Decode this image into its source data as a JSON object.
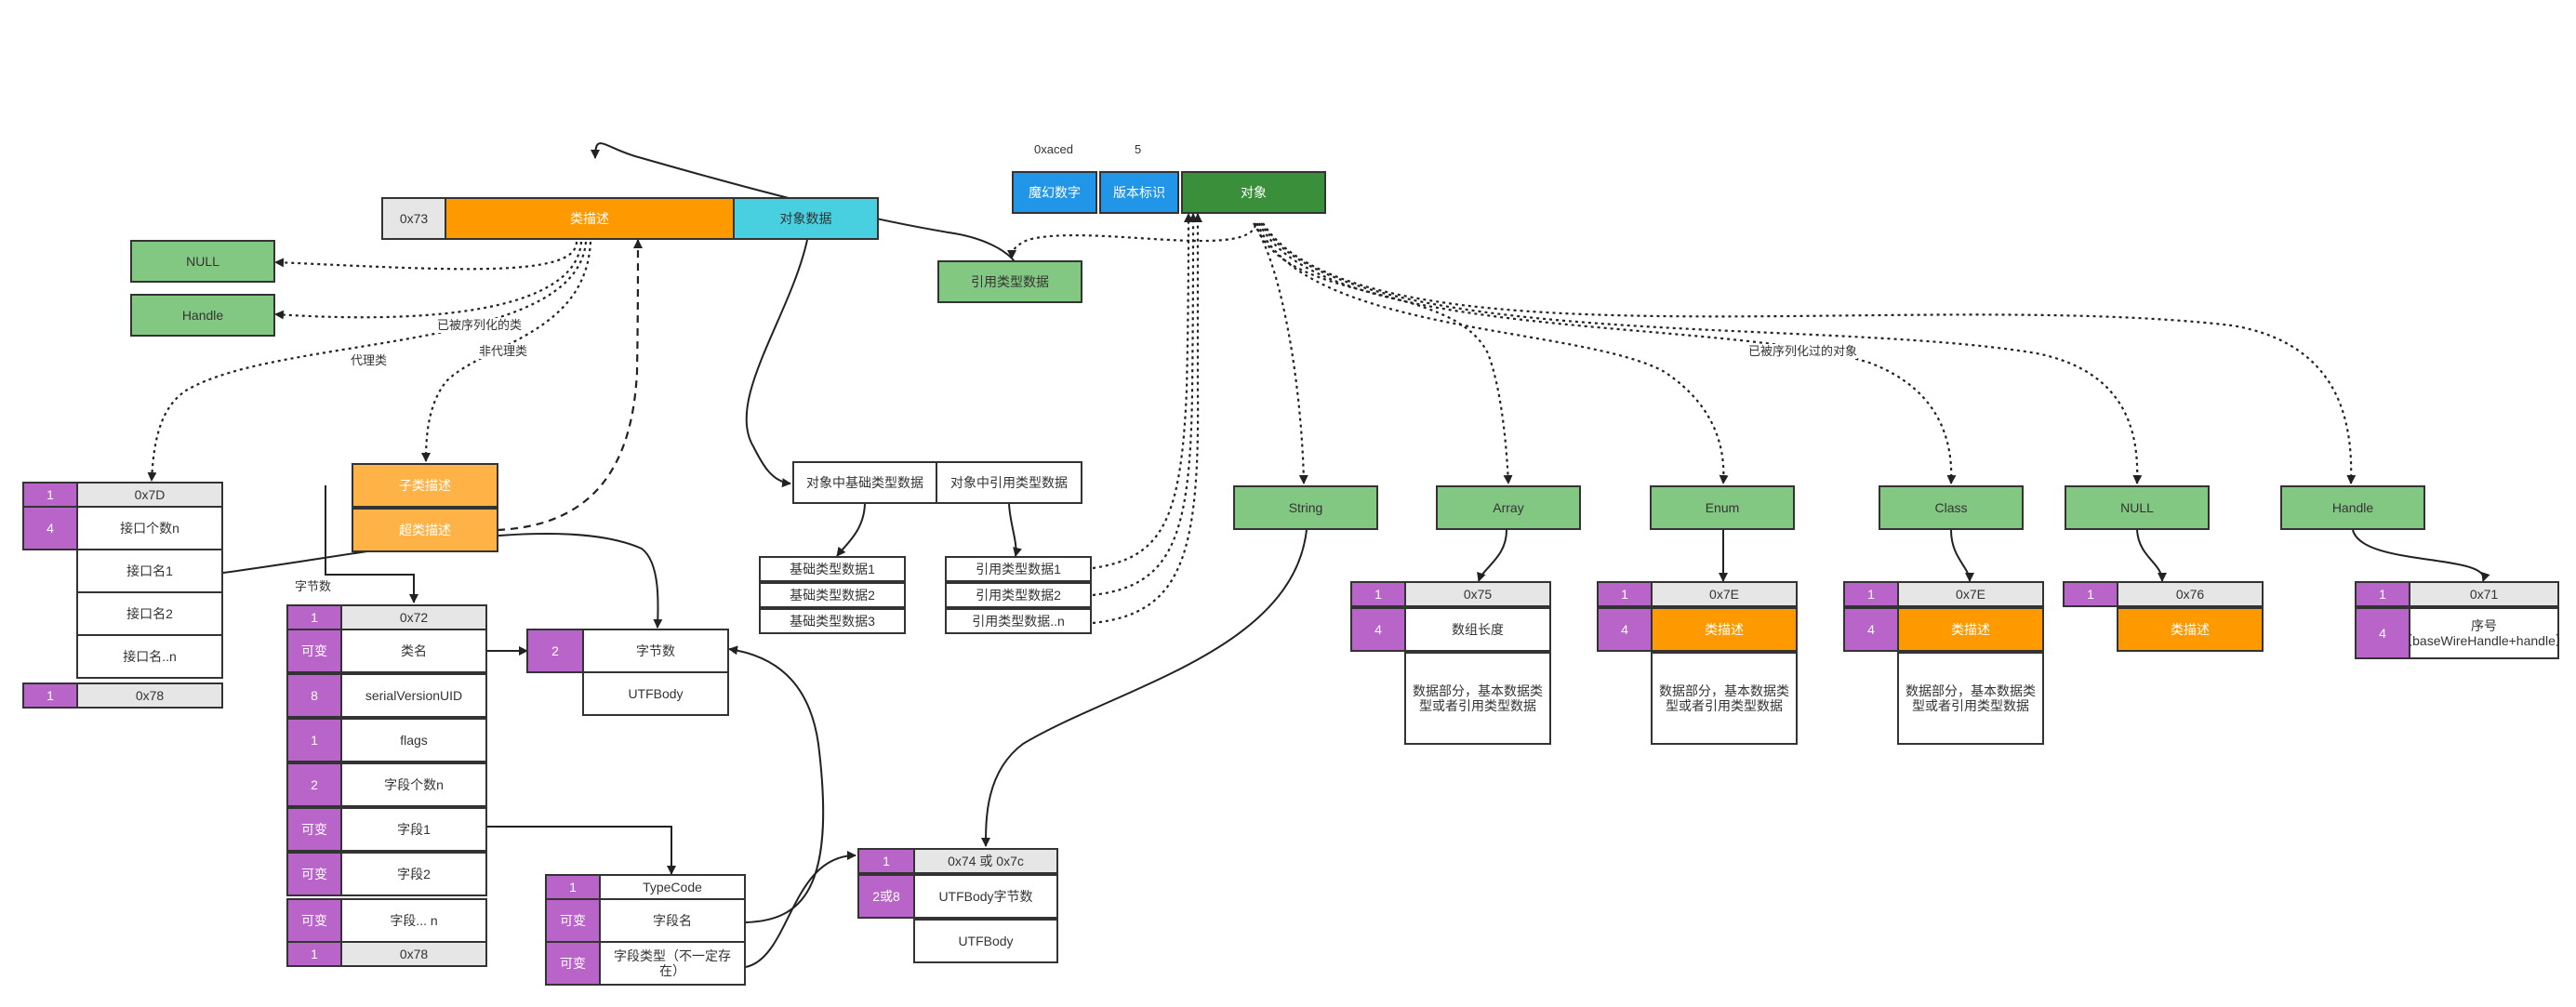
{
  "header": {
    "magic_value": "0xaced",
    "version_value": "5",
    "magic": "魔幻数字",
    "version": "版本标识",
    "object": "对象"
  },
  "refdata": "引用类型数据",
  "classdesc": {
    "tag": "0x73",
    "desc": "类描述",
    "data": "对象数据"
  },
  "targets": {
    "null": "NULL",
    "handle": "Handle"
  },
  "edge_labels": {
    "serialized_class": "已被序列化的类",
    "proxy_class": "代理类",
    "non_proxy": "非代理类",
    "serialized_object": "已被序列化过的对象"
  },
  "proxy": {
    "tag_n": "1",
    "tag": "0x7D",
    "count_n": "4",
    "count": "接口个数n",
    "name1": "接口名1",
    "name2": "接口名2",
    "namen": "接口名..n",
    "end_n": "1",
    "end": "0x78"
  },
  "sub": {
    "child": "子类描述",
    "super": "超类描述",
    "bytes_label": "字节数"
  },
  "nonproxy": {
    "rows": [
      {
        "n": "1",
        "v": "0x72"
      },
      {
        "n": "可变",
        "v": "类名"
      },
      {
        "n": "8",
        "v": "serialVersionUID"
      },
      {
        "n": "1",
        "v": "flags"
      },
      {
        "n": "2",
        "v": "字段个数n"
      },
      {
        "n": "可变",
        "v": "字段1"
      },
      {
        "n": "可变",
        "v": "字段2"
      },
      {
        "n": "可变",
        "v": "字段... n"
      },
      {
        "n": "1",
        "v": "0x78"
      }
    ]
  },
  "utf": {
    "n": "2",
    "count": "字节数",
    "body": "UTFBody"
  },
  "field": {
    "rows": [
      {
        "n": "1",
        "v": "TypeCode"
      },
      {
        "n": "可变",
        "v": "字段名"
      },
      {
        "n": "可变",
        "v": "字段类型（不一定存在）"
      }
    ]
  },
  "objdata": {
    "basic": "对象中基础类型数据",
    "ref": "对象中引用类型数据"
  },
  "basic_list": [
    "基础类型数据1",
    "基础类型数据2",
    "基础类型数据3"
  ],
  "ref_list": [
    "引用类型数据1",
    "引用类型数据2",
    "引用类型数据..n"
  ],
  "string_struct": {
    "tag_n": "1",
    "tag": "0x74 或 0x7c",
    "len_n": "2或8",
    "len": "UTFBody字节数",
    "body": "UTFBody"
  },
  "types": [
    "String",
    "Array",
    "Enum",
    "Class",
    "NULL",
    "Handle"
  ],
  "array_struct": {
    "tag_n": "1",
    "tag": "0x75",
    "len_n": "4",
    "len": "数组长度",
    "data": "数据部分，基本数据类型或者引用类型数据"
  },
  "enum_struct": {
    "tag_n": "1",
    "tag": "0x7E",
    "desc_n": "4",
    "desc": "类描述",
    "data": "数据部分，基本数据类型或者引用类型数据"
  },
  "class_struct": {
    "tag_n": "1",
    "tag": "0x7E",
    "desc_n": "4",
    "desc": "类描述",
    "data": "数据部分，基本数据类型或者引用类型数据"
  },
  "null_struct": {
    "tag_n": "1",
    "tag": "0x76",
    "desc": "类描述"
  },
  "handle_struct": {
    "tag_n": "1",
    "tag": "0x71",
    "seq_n": "4",
    "seq": "序号（baseWireHandle+handle）"
  }
}
